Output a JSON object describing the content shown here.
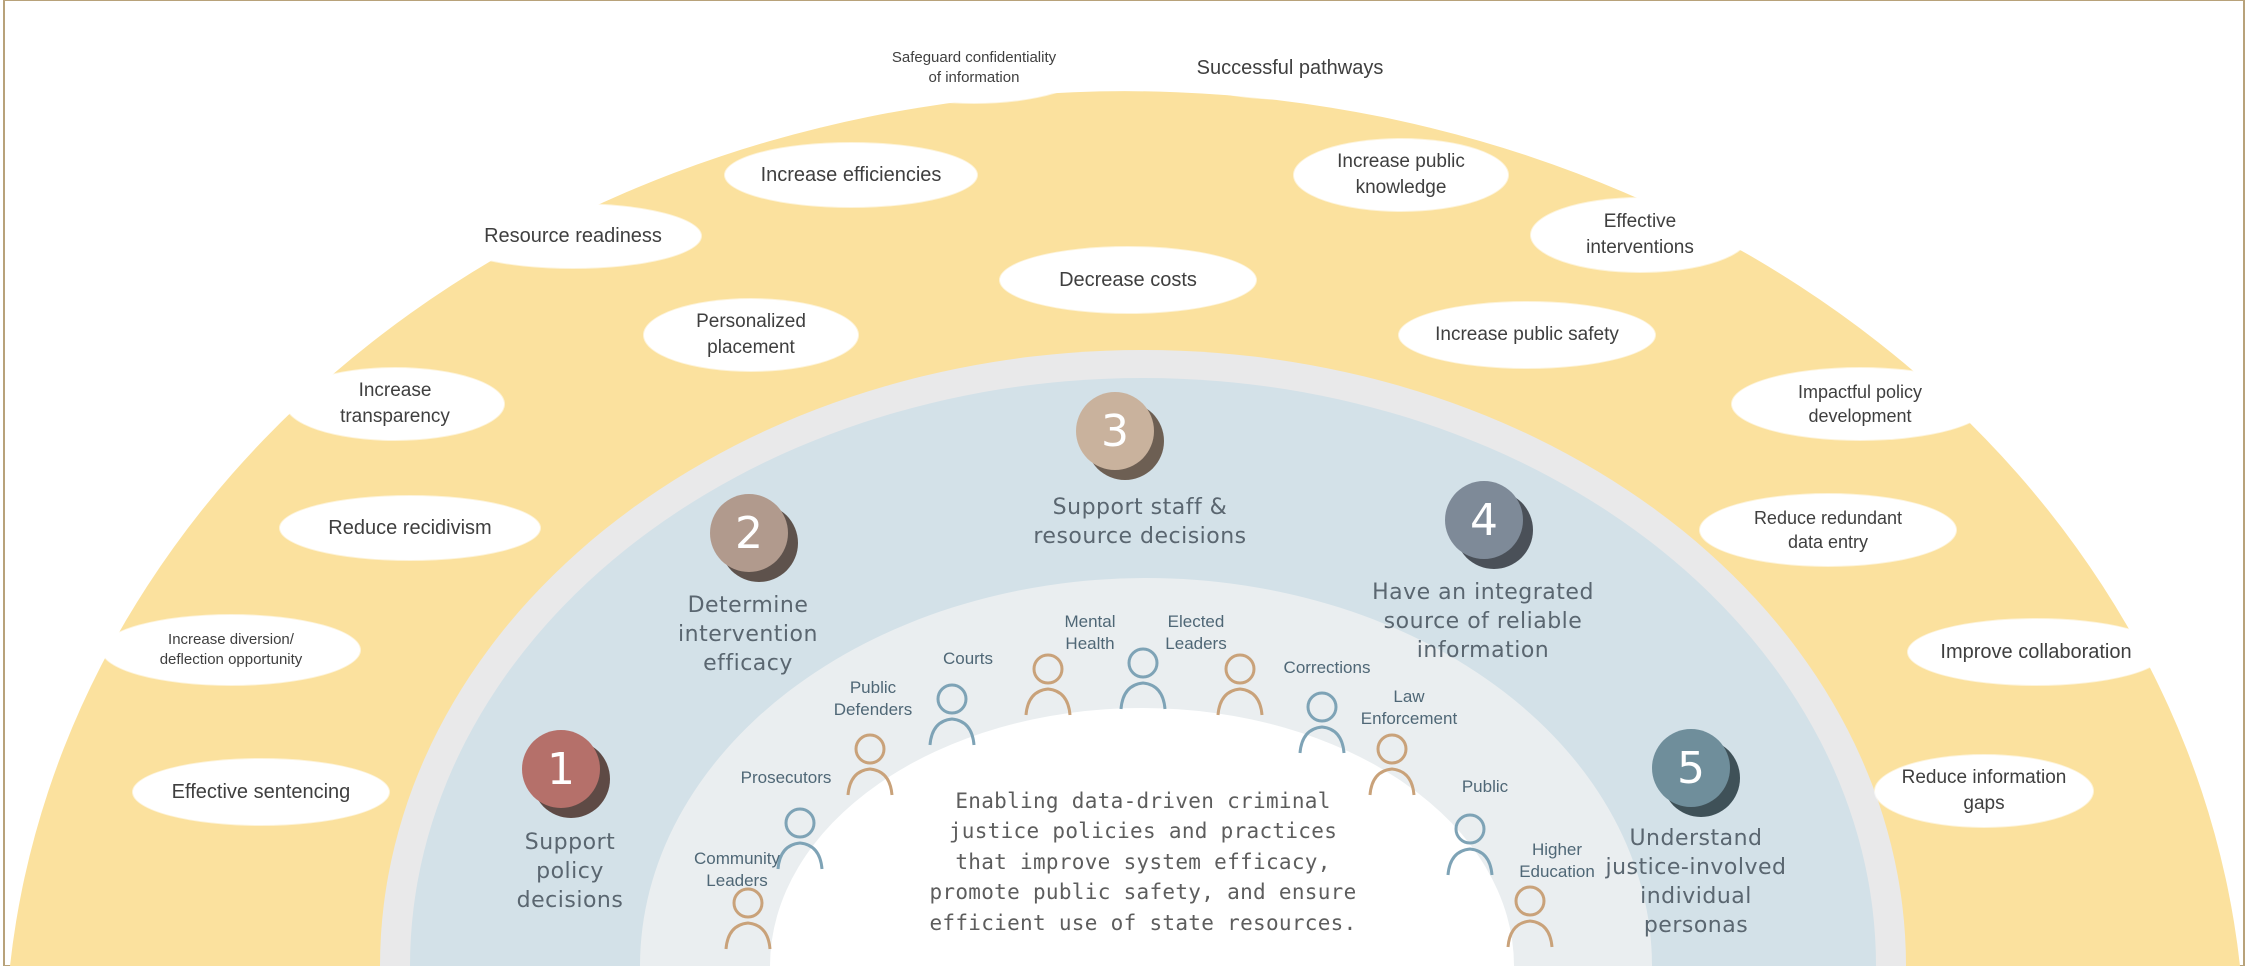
{
  "colors": {
    "outer_band": "#fbe19e",
    "outer_border": "#b8a27a",
    "gray_ring": "#e9e9ea",
    "blue_band": "#d3e1e8",
    "inner_ring": "#eaeef0",
    "step1": "#b5706a",
    "step2": "#b19a8d",
    "step3": "#c9b29d",
    "step4": "#7e8a98",
    "step5": "#6f8e9b",
    "icon_tan": "#c9a27a",
    "icon_blue": "#7ea3b6"
  },
  "benefits": [
    {
      "text": "Safeguard confidentiality\nof information"
    },
    {
      "text": "Successful pathways"
    },
    {
      "text": "Increase efficiencies"
    },
    {
      "text": "Increase public\nknowledge"
    },
    {
      "text": "Resource readiness"
    },
    {
      "text": "Effective\ninterventions"
    },
    {
      "text": "Decrease costs"
    },
    {
      "text": "Personalized\nplacement"
    },
    {
      "text": "Increase public safety"
    },
    {
      "text": "Increase\ntransparency"
    },
    {
      "text": "Impactful policy\ndevelopment"
    },
    {
      "text": "Reduce recidivism"
    },
    {
      "text": "Reduce redundant\ndata entry"
    },
    {
      "text": "Increase diversion/\ndeflection opportunity"
    },
    {
      "text": "Improve collaboration"
    },
    {
      "text": "Effective sentencing"
    },
    {
      "text": "Reduce information\ngaps"
    }
  ],
  "steps": [
    {
      "number": "1",
      "label": "Support\npolicy\ndecisions"
    },
    {
      "number": "2",
      "label": "Determine\nintervention\nefficacy"
    },
    {
      "number": "3",
      "label": "Support staff &\nresource decisions"
    },
    {
      "number": "4",
      "label": "Have an integrated\nsource of reliable\ninformation"
    },
    {
      "number": "5",
      "label": "Understand\njustice-involved\nindividual\npersonas"
    }
  ],
  "stakeholders": [
    {
      "label": "Community\nLeaders",
      "icon": "person-tan-icon"
    },
    {
      "label": "Prosecutors",
      "icon": "person-blue-icon"
    },
    {
      "label": "Public\nDefenders",
      "icon": "person-tan-icon"
    },
    {
      "label": "Courts",
      "icon": "person-blue-icon"
    },
    {
      "label": "Mental\nHealth",
      "icon": "person-tan-icon"
    },
    {
      "label": "Elected\nLeaders",
      "icon": "person-blue-icon"
    },
    {
      "label": "Corrections",
      "icon": "person-tan-icon"
    },
    {
      "label": "Law\nEnforcement",
      "icon": "person-blue-icon"
    },
    {
      "label": "Public",
      "icon": "person-blue-icon"
    },
    {
      "label": "Higher\nEducation",
      "icon": "person-tan-icon"
    }
  ],
  "center": {
    "text": "Enabling data-driven criminal justice policies and practices that improve system efficacy, promote public safety, and ensure efficient use of state resources."
  }
}
